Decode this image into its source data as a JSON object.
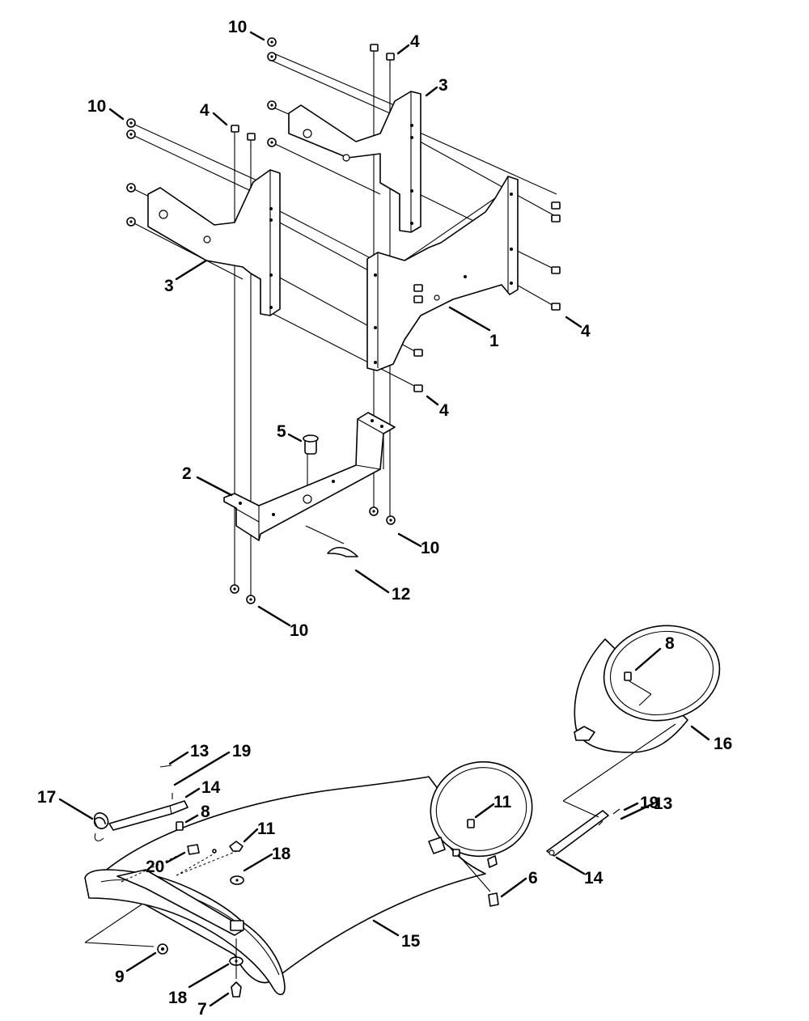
{
  "callouts": [
    {
      "id": "c10a",
      "text": "10"
    },
    {
      "id": "c4a",
      "text": "4"
    },
    {
      "id": "c3a",
      "text": "3"
    },
    {
      "id": "c10b",
      "text": "10"
    },
    {
      "id": "c4b",
      "text": "4"
    },
    {
      "id": "c3b",
      "text": "3"
    },
    {
      "id": "c1",
      "text": "1"
    },
    {
      "id": "c4c",
      "text": "4"
    },
    {
      "id": "c4d",
      "text": "4"
    },
    {
      "id": "c5",
      "text": "5"
    },
    {
      "id": "c2",
      "text": "2"
    },
    {
      "id": "c10c",
      "text": "10"
    },
    {
      "id": "c12",
      "text": "12"
    },
    {
      "id": "c10d",
      "text": "10"
    },
    {
      "id": "c8a",
      "text": "8"
    },
    {
      "id": "c16",
      "text": "16"
    },
    {
      "id": "c13a",
      "text": "13"
    },
    {
      "id": "c19a",
      "text": "19"
    },
    {
      "id": "c14a",
      "text": "14"
    },
    {
      "id": "c17",
      "text": "17"
    },
    {
      "id": "c8b",
      "text": "8"
    },
    {
      "id": "c11a",
      "text": "11"
    },
    {
      "id": "c20",
      "text": "20"
    },
    {
      "id": "c18a",
      "text": "18"
    },
    {
      "id": "c11b",
      "text": "11"
    },
    {
      "id": "c19b",
      "text": "19"
    },
    {
      "id": "c13b",
      "text": "13"
    },
    {
      "id": "c6",
      "text": "6"
    },
    {
      "id": "c14b",
      "text": "14"
    },
    {
      "id": "c15",
      "text": "15"
    },
    {
      "id": "c9",
      "text": "9"
    },
    {
      "id": "c18b",
      "text": "18"
    },
    {
      "id": "c7",
      "text": "7"
    }
  ]
}
